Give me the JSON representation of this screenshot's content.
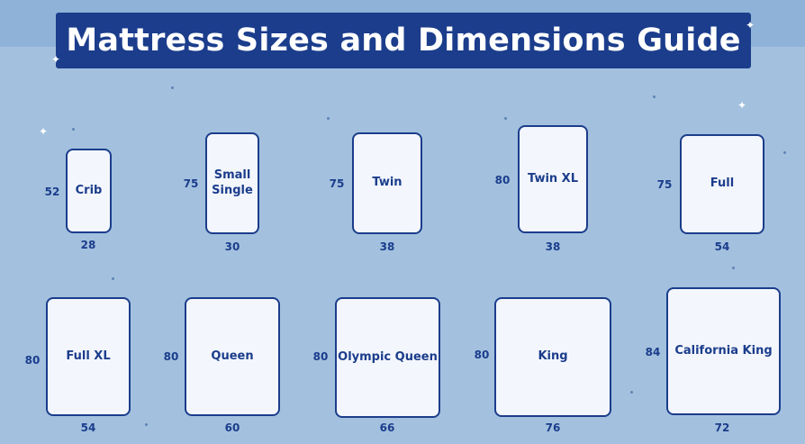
{
  "header": {
    "title": "Mattress Sizes and Dimensions Guide"
  },
  "colors": {
    "background": "#a3c1de",
    "banner": "#1b3d8c",
    "card": "#f3f6fc",
    "text": "#1b3d8c"
  },
  "decor": {
    "sparkle_icon": "sparkle-icon"
  },
  "mattresses": [
    {
      "name": "Crib",
      "length": "52",
      "width": "28"
    },
    {
      "name": "Small Single",
      "length": "75",
      "width": "30"
    },
    {
      "name": "Twin",
      "length": "75",
      "width": "38"
    },
    {
      "name": "Twin XL",
      "length": "80",
      "width": "38"
    },
    {
      "name": "Full",
      "length": "75",
      "width": "54"
    },
    {
      "name": "Full XL",
      "length": "80",
      "width": "54"
    },
    {
      "name": "Queen",
      "length": "80",
      "width": "60"
    },
    {
      "name": "Olympic Queen",
      "length": "80",
      "width": "66"
    },
    {
      "name": "King",
      "length": "80",
      "width": "76"
    },
    {
      "name": "California King",
      "length": "84",
      "width": "72"
    }
  ]
}
